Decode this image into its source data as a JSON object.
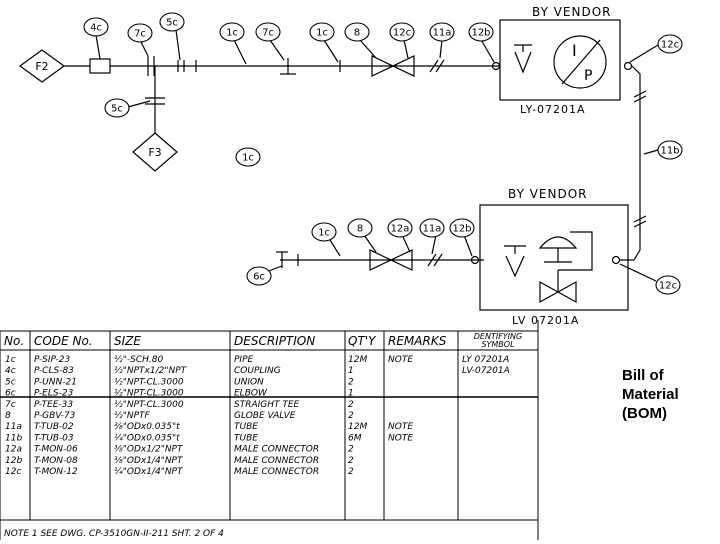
{
  "diagram": {
    "vendor_top": "BY VENDOR",
    "vendor_bottom": "BY VENDOR",
    "tag_top": "LY-07201A",
    "tag_bottom": "LV 07201A",
    "positioner_letters": [
      "I",
      "P"
    ],
    "endpoints": [
      "F2",
      "F3"
    ],
    "bubbles_top": [
      "4c",
      "7c",
      "5c",
      "1c",
      "7c",
      "1c",
      "8",
      "12c",
      "11a",
      "12b",
      "12c",
      "5c",
      "1c",
      "11b"
    ],
    "bubbles_bottom": [
      "1c",
      "8",
      "12a",
      "11a",
      "12b",
      "6c",
      "12c"
    ]
  },
  "bom": {
    "headers": [
      "No.",
      "CODE No.",
      "SIZE",
      "DESCRIPTION",
      "QT'Y",
      "REMARKS",
      "DENTIFYING SYMBOL"
    ],
    "rows": [
      [
        "1c",
        "P-SIP-23",
        "½\"-SCH.80",
        "PIPE",
        "12M",
        "NOTE",
        "LY 07201A"
      ],
      [
        "4c",
        "P-CLS-83",
        "½\"NPTx1/2\"NPT",
        "COUPLING",
        "1",
        "",
        "LV-07201A"
      ],
      [
        "5c",
        "P-UNN-21",
        "½\"NPT-CL.3000",
        "UNION",
        "2",
        "",
        ""
      ],
      [
        "6c",
        "P-ELS-23",
        "½\"NPT-CL.3000",
        "ELBOW",
        "1",
        "",
        ""
      ],
      [
        "7c",
        "P-TEE-33",
        "½\"NPT-CL.3000",
        "STRAIGHT TEE",
        "2",
        "",
        ""
      ],
      [
        "8",
        "P-GBV-73",
        "½\"NPTF",
        "GLOBE VALVE",
        "2",
        "",
        ""
      ],
      [
        "11a",
        "T-TUB-02",
        "⅜\"ODx0.035\"t",
        "TUBE",
        "12M",
        "NOTE",
        ""
      ],
      [
        "11b",
        "T-TUB-03",
        "¼\"ODx0.035\"t",
        "TUBE",
        "6M",
        "NOTE",
        ""
      ],
      [
        "12a",
        "T-MON-06",
        "⅜\"ODx1/2\"NPT",
        "MALE CONNECTOR",
        "2",
        "",
        ""
      ],
      [
        "12b",
        "T-MON-08",
        "⅜\"ODx1/4\"NPT",
        "MALE CONNECTOR",
        "2",
        "",
        ""
      ],
      [
        "12c",
        "T-MON-12",
        "¼\"ODx1/4\"NPT",
        "MALE CONNECTOR",
        "2",
        "",
        ""
      ]
    ],
    "note": "NOTE 1 SEE DWG. CP-3510GN-II-211 SHT. 2 OF 4"
  },
  "caption": {
    "lines": [
      "Bill of",
      "Material",
      "(BOM)"
    ]
  }
}
